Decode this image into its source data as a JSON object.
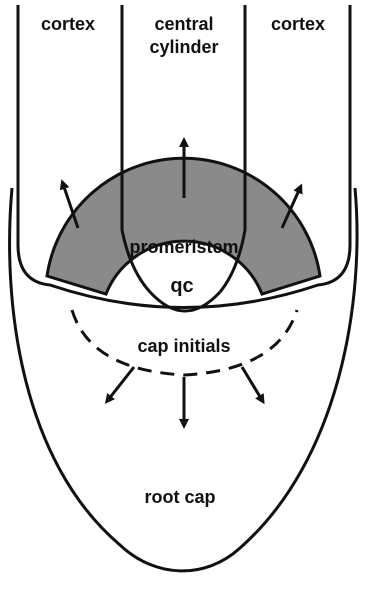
{
  "labels": {
    "cortex_left": "cortex",
    "central_line1": "central",
    "central_line2": "cylinder",
    "cortex_right": "cortex",
    "promeristem": "promeristem",
    "qc": "qc",
    "cap_initials": "cap initials",
    "root_cap": "root cap"
  },
  "colors": {
    "line": "#111111",
    "promeristem_fill": "#8a8a8a",
    "background": "#ffffff"
  }
}
